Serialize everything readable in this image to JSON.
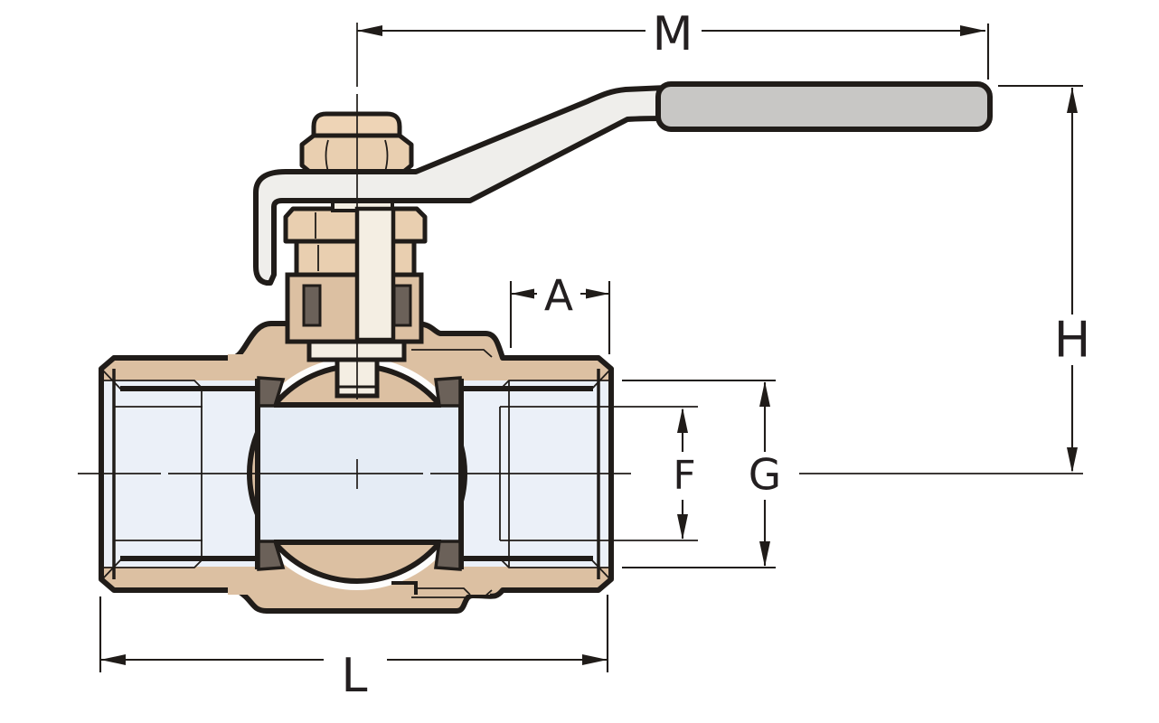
{
  "diagram": {
    "kind": "ball-valve-cross-section-dimensional-drawing",
    "dimension_labels": {
      "m": "M",
      "h": "H",
      "a": "A",
      "f": "F",
      "g": "G",
      "l": "L"
    },
    "colors": {
      "background": "#ffffff",
      "paper_white": "#fdfdfc",
      "body_tan": "#dcc0a2",
      "fitting_tan": "#e9cfb0",
      "cap_tan": "#eed4b6",
      "stem_cream": "#f4eee3",
      "bore_light": "#ebf0f8",
      "bore_mid": "#e5ecf5",
      "seat_gray": "#6b6159",
      "handle_light": "#efeeeb",
      "grip_gray": "#c8c7c5",
      "outline": "#201c19",
      "label_ink": "#231f20"
    }
  }
}
